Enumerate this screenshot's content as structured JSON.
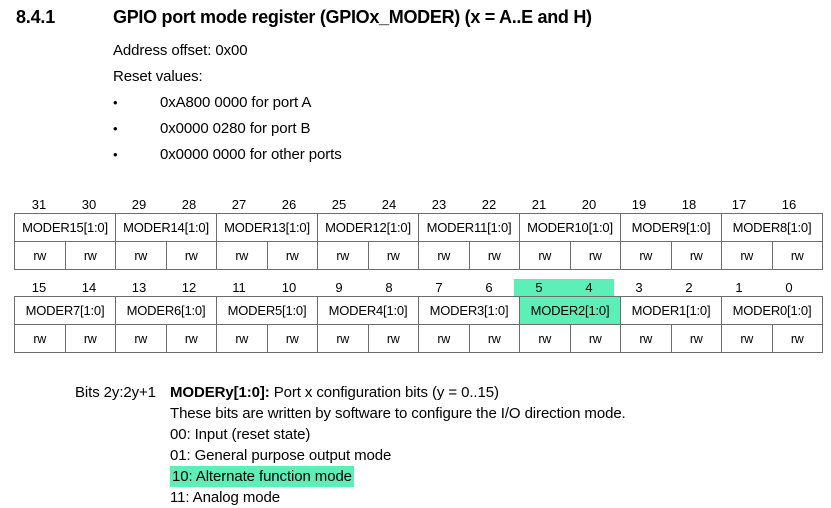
{
  "heading": {
    "number": "8.4.1",
    "title": "GPIO port mode register (GPIOx_MODER) (x = A..E and H)"
  },
  "body": {
    "address_offset": "Address offset: 0x00",
    "reset_values_label": "Reset values:",
    "reset_values": [
      "0xA800 0000 for port A",
      "0x0000 0280 for port B",
      "0x0000 0000 for other ports"
    ]
  },
  "highlight_color": "#5cf0b8",
  "register_tables": [
    {
      "name": "upper-half-word",
      "bits": [
        {
          "num": "31",
          "hl": false
        },
        {
          "num": "30",
          "hl": false
        },
        {
          "num": "29",
          "hl": false
        },
        {
          "num": "28",
          "hl": false
        },
        {
          "num": "27",
          "hl": false
        },
        {
          "num": "26",
          "hl": false
        },
        {
          "num": "25",
          "hl": false
        },
        {
          "num": "24",
          "hl": false
        },
        {
          "num": "23",
          "hl": false
        },
        {
          "num": "22",
          "hl": false
        },
        {
          "num": "21",
          "hl": false
        },
        {
          "num": "20",
          "hl": false
        },
        {
          "num": "19",
          "hl": false
        },
        {
          "num": "18",
          "hl": false
        },
        {
          "num": "17",
          "hl": false
        },
        {
          "num": "16",
          "hl": false
        }
      ],
      "fields": [
        {
          "label": "MODER15[1:0]",
          "hl": false
        },
        {
          "label": "MODER14[1:0]",
          "hl": false
        },
        {
          "label": "MODER13[1:0]",
          "hl": false
        },
        {
          "label": "MODER12[1:0]",
          "hl": false
        },
        {
          "label": "MODER11[1:0]",
          "hl": false
        },
        {
          "label": "MODER10[1:0]",
          "hl": false
        },
        {
          "label": "MODER9[1:0]",
          "hl": false
        },
        {
          "label": "MODER8[1:0]",
          "hl": false
        }
      ],
      "access": [
        "rw",
        "rw",
        "rw",
        "rw",
        "rw",
        "rw",
        "rw",
        "rw",
        "rw",
        "rw",
        "rw",
        "rw",
        "rw",
        "rw",
        "rw",
        "rw"
      ]
    },
    {
      "name": "lower-half-word",
      "bits": [
        {
          "num": "15",
          "hl": false
        },
        {
          "num": "14",
          "hl": false
        },
        {
          "num": "13",
          "hl": false
        },
        {
          "num": "12",
          "hl": false
        },
        {
          "num": "11",
          "hl": false
        },
        {
          "num": "10",
          "hl": false
        },
        {
          "num": "9",
          "hl": false
        },
        {
          "num": "8",
          "hl": false
        },
        {
          "num": "7",
          "hl": false
        },
        {
          "num": "6",
          "hl": false
        },
        {
          "num": "5",
          "hl": true
        },
        {
          "num": "4",
          "hl": true
        },
        {
          "num": "3",
          "hl": false
        },
        {
          "num": "2",
          "hl": false
        },
        {
          "num": "1",
          "hl": false
        },
        {
          "num": "0",
          "hl": false
        }
      ],
      "fields": [
        {
          "label": "MODER7[1:0]",
          "hl": false
        },
        {
          "label": "MODER6[1:0]",
          "hl": false
        },
        {
          "label": "MODER5[1:0]",
          "hl": false
        },
        {
          "label": "MODER4[1:0]",
          "hl": false
        },
        {
          "label": "MODER3[1:0]",
          "hl": false
        },
        {
          "label": "MODER2[1:0]",
          "hl": true
        },
        {
          "label": "MODER1[1:0]",
          "hl": false
        },
        {
          "label": "MODER0[1:0]",
          "hl": false
        }
      ],
      "access": [
        "rw",
        "rw",
        "rw",
        "rw",
        "rw",
        "rw",
        "rw",
        "rw",
        "rw",
        "rw",
        "rw",
        "rw",
        "rw",
        "rw",
        "rw",
        "rw"
      ]
    }
  ],
  "description": {
    "bits_label": "Bits 2y:2y+1",
    "field_name": "MODERy[1:0]:",
    "field_desc": " Port x configuration bits (y = 0..15)",
    "explanation": "These bits are written by software to configure the I/O direction mode.",
    "modes": [
      {
        "text": "00: Input (reset state)",
        "hl": false
      },
      {
        "text": "01: General purpose output mode",
        "hl": false
      },
      {
        "text": "10: Alternate function mode",
        "hl": true
      },
      {
        "text": "11: Analog mode",
        "hl": false
      }
    ]
  }
}
